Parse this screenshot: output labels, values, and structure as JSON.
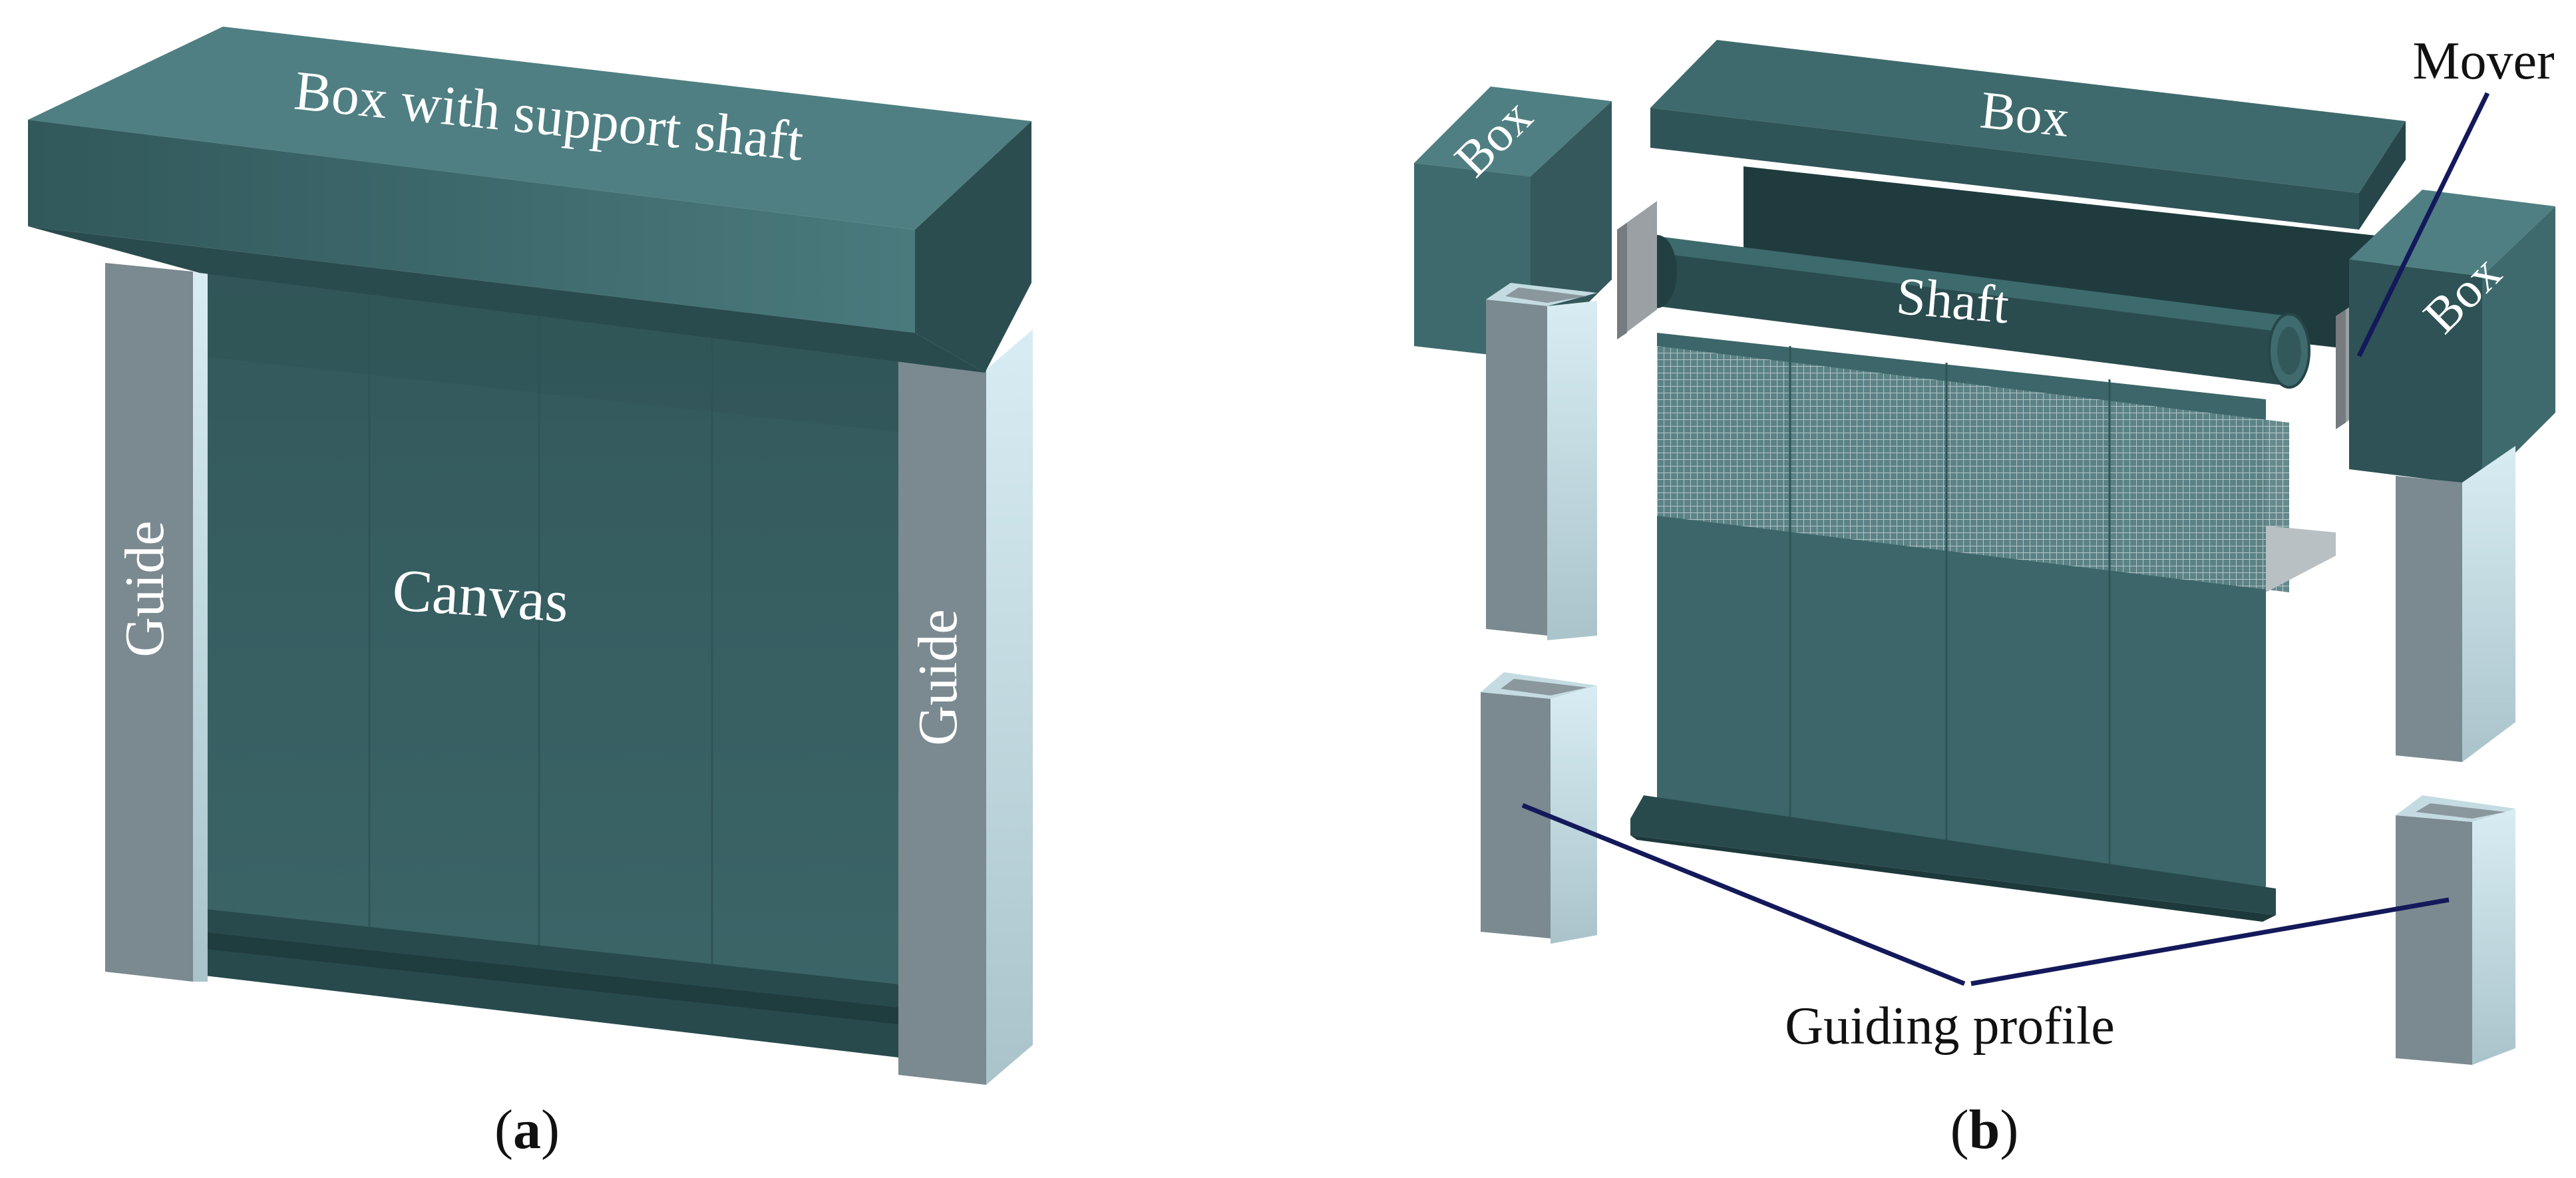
{
  "panels": [
    {
      "caption": "a",
      "labels": {
        "box": "Box with support shaft",
        "guide_left": "Guide",
        "guide_right": "Guide",
        "canvas": "Canvas"
      }
    },
    {
      "caption": "b",
      "labels": {
        "box_top": "Box",
        "box_left": "Box",
        "box_right": "Box",
        "shaft": "Shaft",
        "mover": "Mover",
        "guiding_profile": "Guiding profile"
      }
    }
  ],
  "colors": {
    "box_front": "#3f6b6e",
    "box_top": "#33585b",
    "box_dark": "#223f42",
    "canvas": "#3a6366",
    "guide_front": "#7b8a90",
    "guide_side": "#c4dbe2",
    "mover_plate": "#9aa0a4",
    "leader": "#13195a"
  }
}
